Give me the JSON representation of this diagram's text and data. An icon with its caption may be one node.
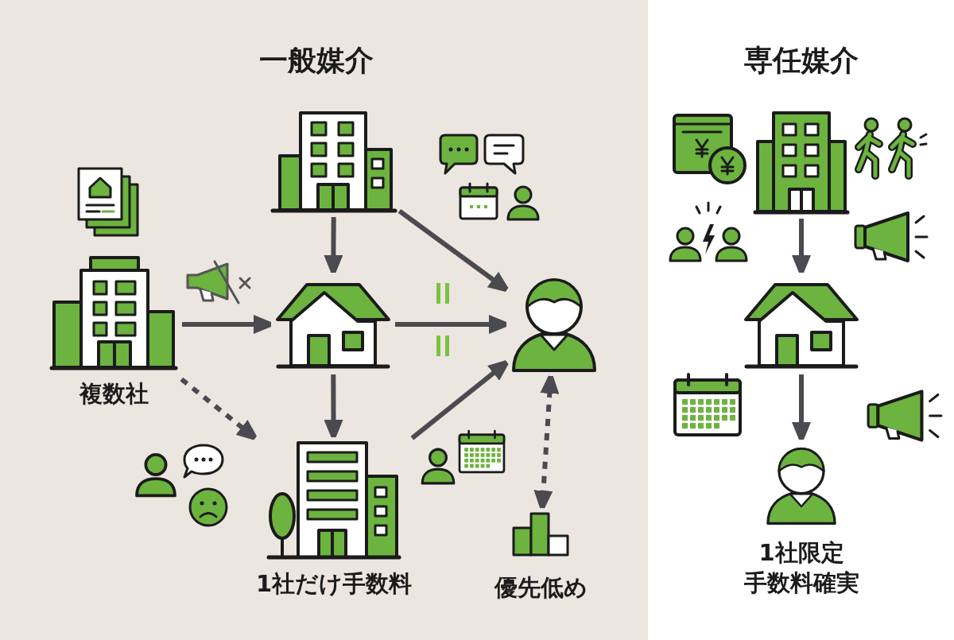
{
  "diagram": {
    "nodes": [
      {
        "text": [
          "一般媒介"
        ]
      },
      {
        "text": [
          "複数社"
        ],
        "in": 0
      },
      {
        "text": [],
        "shape": "picture",
        "in": 0
      },
      {
        "text": [],
        "shape": "picture",
        "in": 0
      },
      {
        "text": [],
        "shape": "picture",
        "in": 0
      },
      {
        "text": [
          "1社だけ手数料"
        ],
        "in": 0
      },
      {
        "text": [
          "優先低め"
        ],
        "in": 0
      },
      {
        "text": [
          "専任媒介"
        ]
      },
      {
        "text": [],
        "shape": "picture",
        "in": 7
      },
      {
        "text": [],
        "shape": "picture",
        "in": 7
      },
      {
        "text": [
          "1社限定",
          "手数料確実"
        ],
        "in": 7
      }
    ],
    "edges": [
      {
        "from": 1,
        "to": 3,
        "arrow": "to"
      },
      {
        "from": 2,
        "to": 3,
        "arrow": "to"
      },
      {
        "from": 2,
        "to": 4,
        "arrow": "to"
      },
      {
        "from": 3,
        "to": 4,
        "arrow": "to"
      },
      {
        "from": 1,
        "to": 5,
        "arrow": "to",
        "style": "dashed"
      },
      {
        "from": 3,
        "to": 5,
        "arrow": "to"
      },
      {
        "from": 5,
        "to": 4,
        "arrow": "to"
      },
      {
        "from": 4,
        "to": 6,
        "arrow": "both",
        "style": "dashed"
      },
      {
        "from": 8,
        "to": 9,
        "arrow": "to"
      },
      {
        "from": 9,
        "to": 10,
        "arrow": "to"
      }
    ]
  }
}
